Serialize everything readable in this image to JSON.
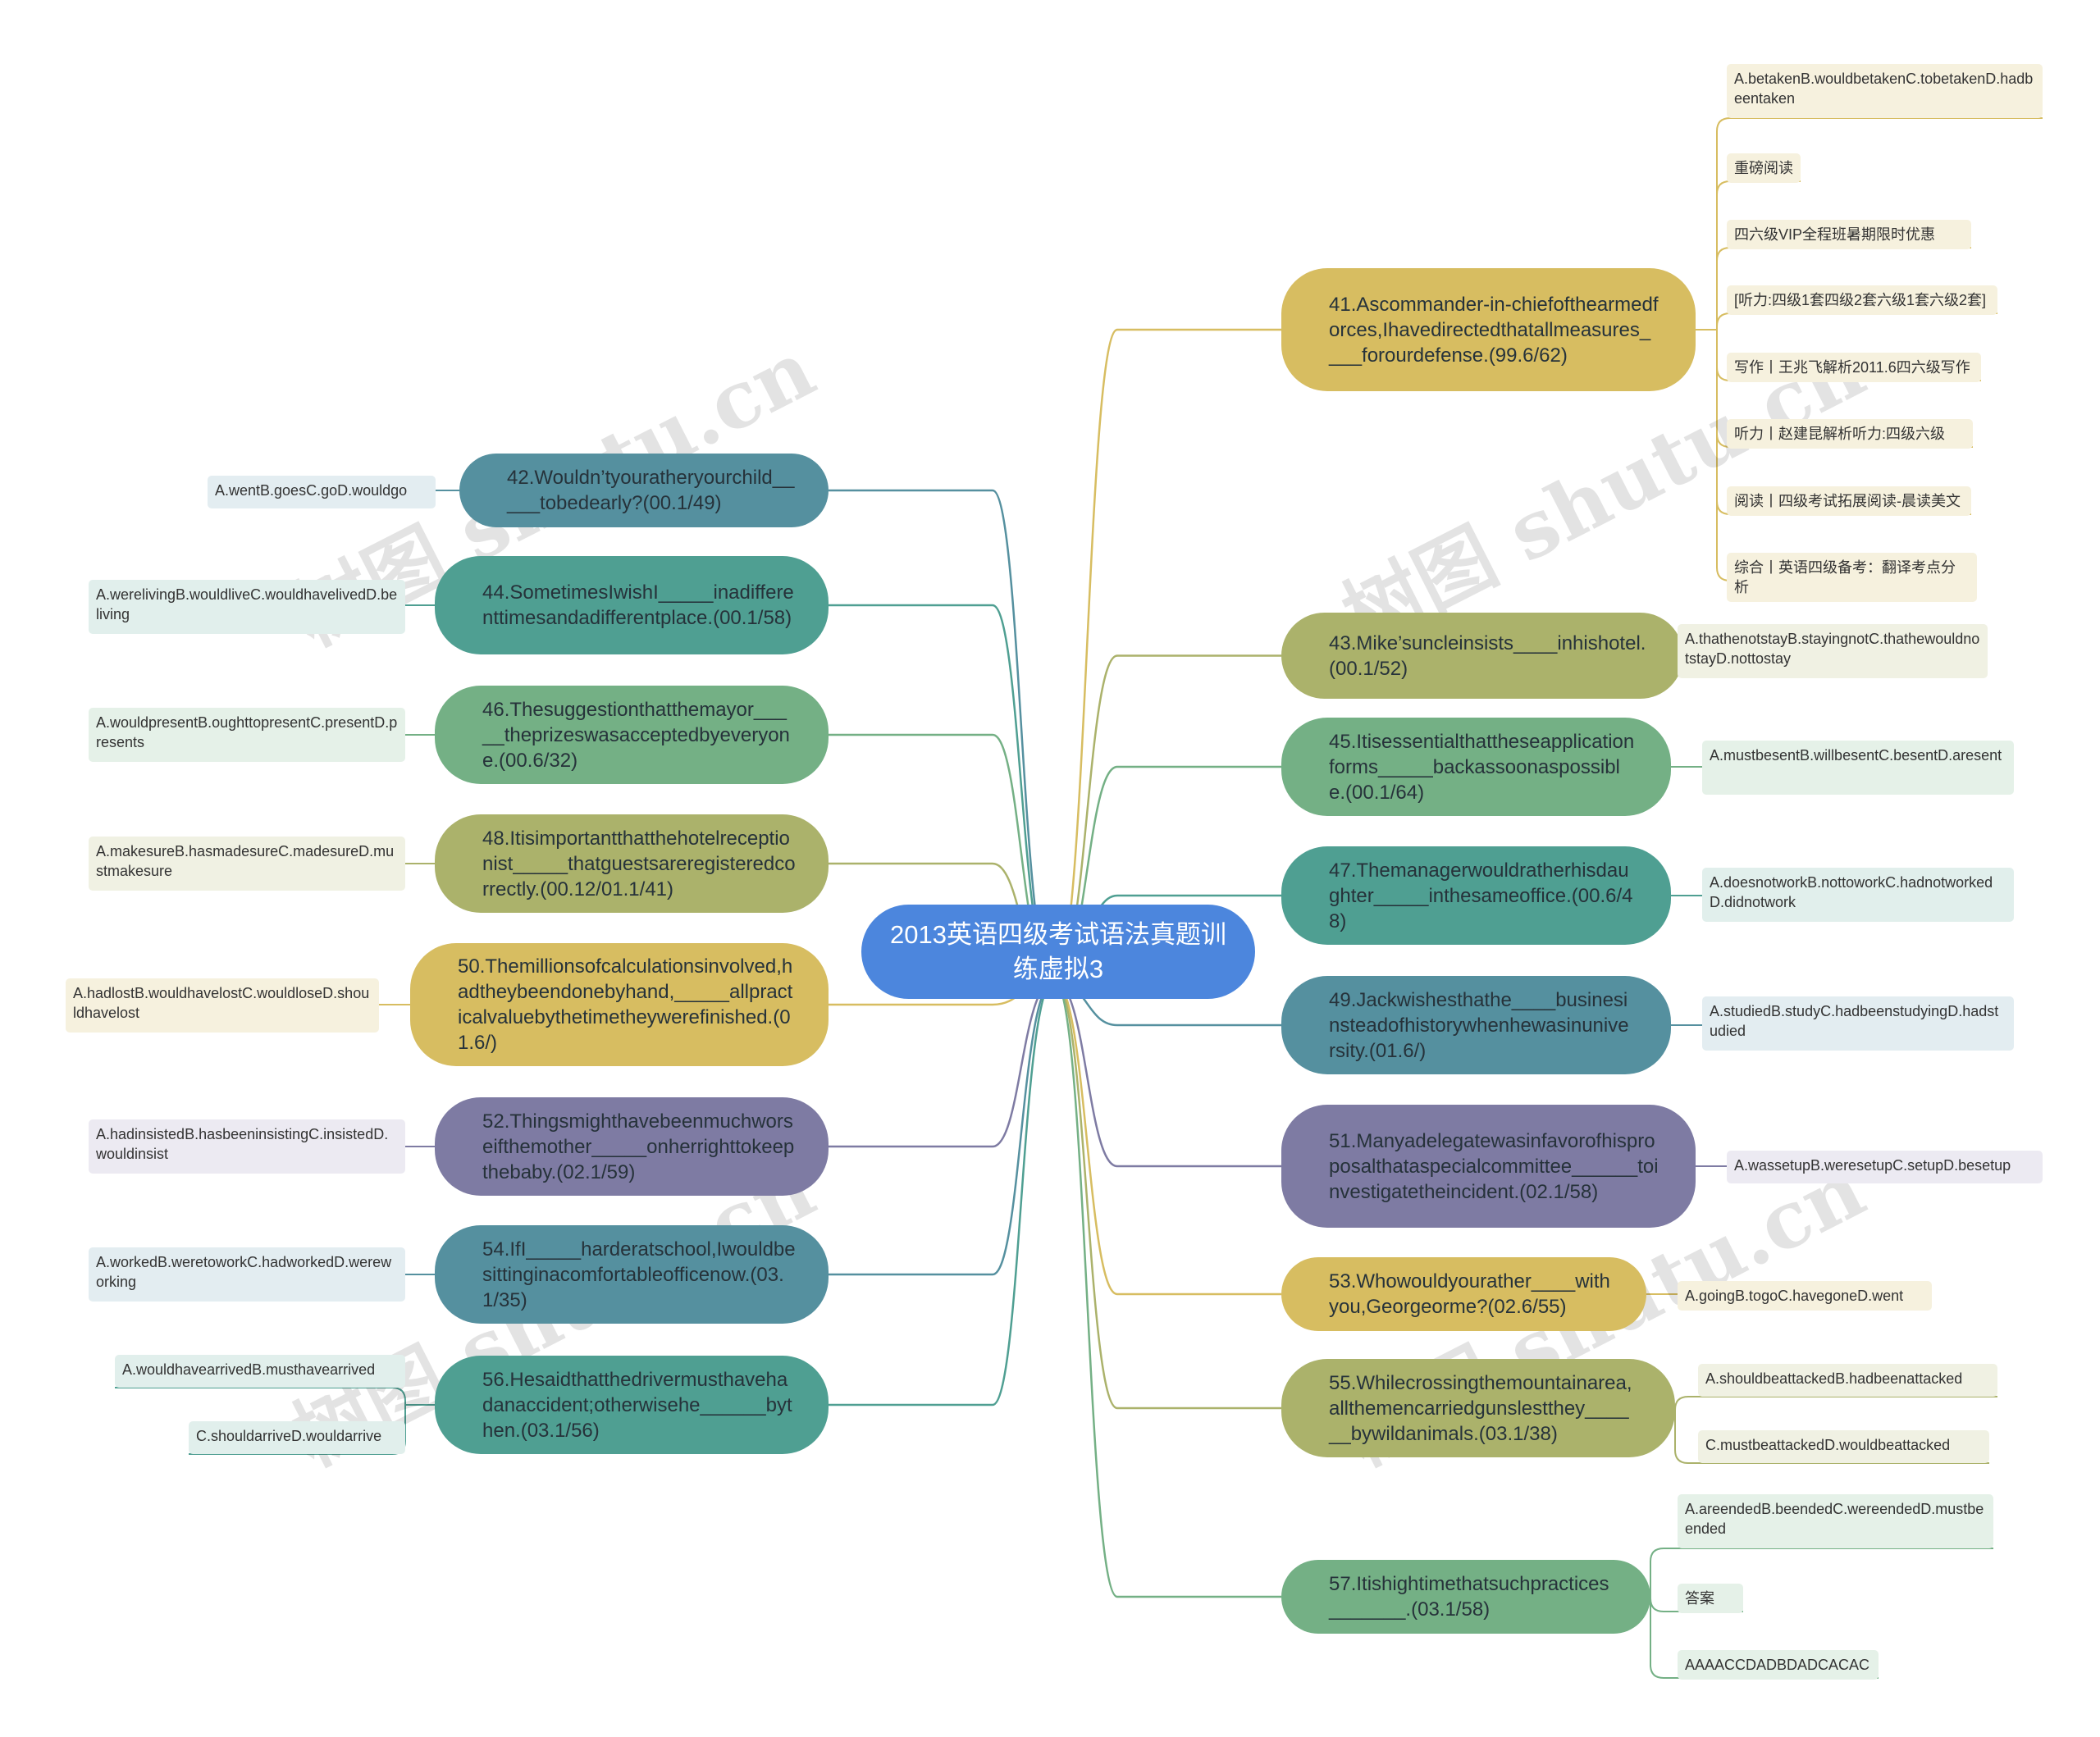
{
  "diagram": {
    "root": "2013英语四级考试语法真题训练虚拟3",
    "colors": {
      "root": "#4c86dd",
      "blue": "#55909f",
      "teal": "#4f9f92",
      "green": "#74b085",
      "olive": "#abb26b",
      "yellow": "#d7bd61",
      "purple": "#7e7ba3",
      "leaf_yellow": "#f6f1de",
      "leaf_blue": "#e3edf1",
      "leaf_teal": "#e1efec",
      "leaf_green": "#e5f1e8",
      "leaf_olive": "#f0f1e3",
      "leaf_purple": "#eceaf2"
    },
    "right_branches": [
      {
        "id": "q41",
        "text": "41.Ascommander-in-chiefofthearmedforces,Ihavedirectedthatallmeasures____forourdefense.(99.6/62)",
        "color": "yellow",
        "leaves": [
          "A.betakenB.wouldbetakenC.tobetakenD.hadbeentaken",
          "重磅阅读",
          "四六级VIP全程班暑期限时优惠",
          "[听力:四级1套四级2套六级1套六级2套]",
          "写作丨王兆飞解析2011.6四六级写作",
          "听力丨赵建昆解析听力:四级六级",
          "阅读丨四级考试拓展阅读-晨读美文",
          "综合丨英语四级备考：翻译考点分析"
        ]
      },
      {
        "id": "q43",
        "text": "43.Mike’suncleinsists____inhishotel.(00.1/52)",
        "color": "olive",
        "leaves": [
          "A.thathenotstayB.stayingnotC.thathewouldnotstayD.nottostay"
        ]
      },
      {
        "id": "q45",
        "text": "45.Itisessentialthattheseapplicationforms_____backassoonaspossible.(00.1/64)",
        "color": "green",
        "leaves": [
          "A.mustbesentB.willbesentC.besentD.aresent"
        ]
      },
      {
        "id": "q47",
        "text": "47.Themanagerwouldratherhisdaughter_____inthesameoffice.(00.6/48)",
        "color": "teal",
        "leaves": [
          "A.doesnotworkB.nottoworkC.hadnotworkedD.didnotwork"
        ]
      },
      {
        "id": "q49",
        "text": "49.Jackwishesthathe____businesinsteadofhistorywhenhewasinuniversity.(01.6/)",
        "color": "blue",
        "leaves": [
          "A.studiedB.studyC.hadbeenstudyingD.hadstudied"
        ]
      },
      {
        "id": "q51",
        "text": "51.Manyadelegatewasinfavorofhisproposalthataspecialcommittee______toinvestigatetheincident.(02.1/58)",
        "color": "purple",
        "leaves": [
          "A.wassetupB.weresetupC.setupD.besetup"
        ]
      },
      {
        "id": "q53",
        "text": "53.Whowouldyourather____withyou,Georgeorme?(02.6/55)",
        "color": "yellow",
        "leaves": [
          "A.goingB.togoC.havegoneD.went"
        ]
      },
      {
        "id": "q55",
        "text": "55.Whilecrossingthemountainarea,allthemencarriedgunslestthey______bywildanimals.(03.1/38)",
        "color": "olive",
        "leaves": [
          "A.shouldbeattackedB.hadbeenattacked",
          "C.mustbeattackedD.wouldbeattacked"
        ]
      },
      {
        "id": "q57",
        "text": "57.Itishightimethatsuchpractices_______.(03.1/58)",
        "color": "green",
        "leaves": [
          "A.areendedB.beendedC.wereendedD.mustbeended",
          "答案",
          "AAAACCDADBDADCACAC"
        ]
      }
    ],
    "left_branches": [
      {
        "id": "q42",
        "text": "42.Wouldn’tyouratheryourchild_____tobedearly?(00.1/49)",
        "color": "blue",
        "leaves": [
          "A.wentB.goesC.goD.wouldgo"
        ]
      },
      {
        "id": "q44",
        "text": "44.SometimesIwishI_____inadifferenttimesandadifferentplace.(00.1/58)",
        "color": "teal",
        "leaves": [
          "A.werelivingB.wouldliveC.wouldhavelivedD.beliving"
        ]
      },
      {
        "id": "q46",
        "text": "46.Thesuggestionthatthemayor_____theprizeswasacceptedbyeveryone.(00.6/32)",
        "color": "green",
        "leaves": [
          "A.wouldpresentB.oughttopresentC.presentD.presents"
        ]
      },
      {
        "id": "q48",
        "text": "48.Itisimportantthatthehotelreceptionist_____thatguestsareregisteredcorrectly.(00.12/01.1/41)",
        "color": "olive",
        "leaves": [
          "A.makesureB.hasmadesureC.madesureD.mustmakesure"
        ]
      },
      {
        "id": "q50",
        "text": "50.Themillionsofcalculationsinvolved,hadtheybeendonebyhand,_____allpracticalvaluebythetimetheywerefinished.(01.6/)",
        "color": "yellow",
        "leaves": [
          "A.hadlostB.wouldhavelostC.wouldloseD.shouldhavelost"
        ]
      },
      {
        "id": "q52",
        "text": "52.Thingsmighthavebeenmuchworseifthemother_____onherrighttokeepthebaby.(02.1/59)",
        "color": "purple",
        "leaves": [
          "A.hadinsistedB.hasbeeninsistingC.insistedD.wouldinsist"
        ]
      },
      {
        "id": "q54",
        "text": "54.IfI_____harderatschool,Iwouldbesittinginacomfortableofficenow.(03.1/35)",
        "color": "blue",
        "leaves": [
          "A.workedB.weretoworkC.hadworkedD.wereworking"
        ]
      },
      {
        "id": "q56",
        "text": "56.Hesaidthatthedrivermusthavehadanaccident;otherwisehe______bythen.(03.1/56)",
        "color": "teal",
        "leaves": [
          "A.wouldhavearrivedB.musthavearrived",
          "C.shouldarriveD.wouldarrive"
        ]
      }
    ],
    "watermarks": [
      "树图 shutu.cn",
      "树图 shutu.cn",
      "树图 shutu.cn",
      "树图 shutu.cn"
    ]
  }
}
